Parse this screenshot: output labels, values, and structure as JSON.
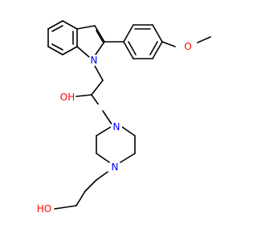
{
  "diagram": {
    "type": "chemical-structure",
    "colors": {
      "bond": "#000000",
      "carbon": "#000000",
      "nitrogen": "#0000ff",
      "oxygen": "#ff0000",
      "background": "#ffffff"
    },
    "labels": {
      "indole_n": "N",
      "methoxy_o": "O",
      "hydroxyl": "OH",
      "piperazine_n1": "N",
      "piperazine_n2": "N",
      "terminal_hydroxyl": "HO"
    }
  }
}
